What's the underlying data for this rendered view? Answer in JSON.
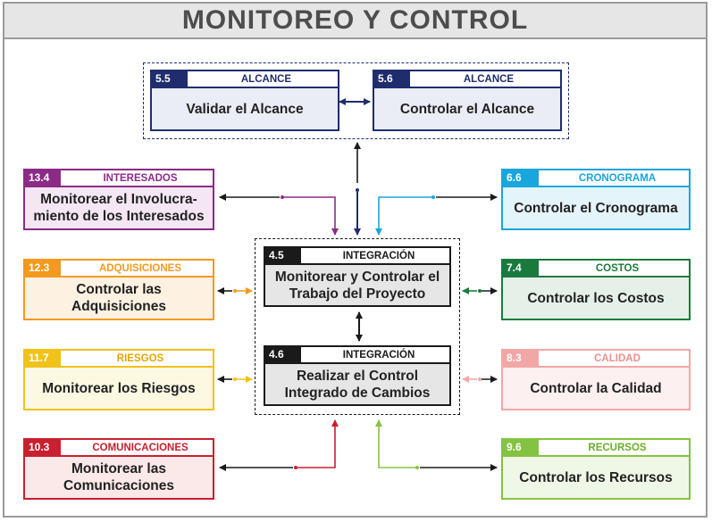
{
  "title": "MONITOREO Y CONTROL",
  "colors": {
    "alcance": "#1f2d6e",
    "interesados": "#8b2b86",
    "adquisiciones": "#f39a1e",
    "riesgos": "#f0c21a",
    "comunicaciones": "#c8202f",
    "cronograma": "#19a6dc",
    "costos": "#1a7a3d",
    "calidad": "#f2a7a7",
    "recursos": "#84c341",
    "integracion": "#1a1a1a"
  },
  "boxes": {
    "b55": {
      "num": "5.5",
      "area": "ALCANCE",
      "label": "Validar el Alcance"
    },
    "b56": {
      "num": "5.6",
      "area": "ALCANCE",
      "label": "Controlar el Alcance"
    },
    "b134": {
      "num": "13.4",
      "area": "INTERESADOS",
      "label": "Monitorear el Involucra-miento de los Interesados"
    },
    "b123": {
      "num": "12.3",
      "area": "ADQUISICIONES",
      "label": "Controlar las Adquisiciones"
    },
    "b117": {
      "num": "11.7",
      "area": "RIESGOS",
      "label": "Monitorear los Riesgos"
    },
    "b103": {
      "num": "10.3",
      "area": "COMUNICACIONES",
      "label": "Monitorear las Comunicaciones"
    },
    "b66": {
      "num": "6.6",
      "area": "CRONOGRAMA",
      "label": "Controlar el Cronograma"
    },
    "b74": {
      "num": "7.4",
      "area": "COSTOS",
      "label": "Controlar los Costos"
    },
    "b83": {
      "num": "8.3",
      "area": "CALIDAD",
      "label": "Controlar la Calidad"
    },
    "b96": {
      "num": "9.6",
      "area": "RECURSOS",
      "label": "Controlar los Recursos"
    },
    "b45": {
      "num": "4.5",
      "area": "INTEGRACIÓN",
      "label": "Monitorear y Controlar el Trabajo del Proyecto"
    },
    "b46": {
      "num": "4.6",
      "area": "INTEGRACIÓN",
      "label": "Realizar el Control Integrado de Cambios"
    }
  }
}
